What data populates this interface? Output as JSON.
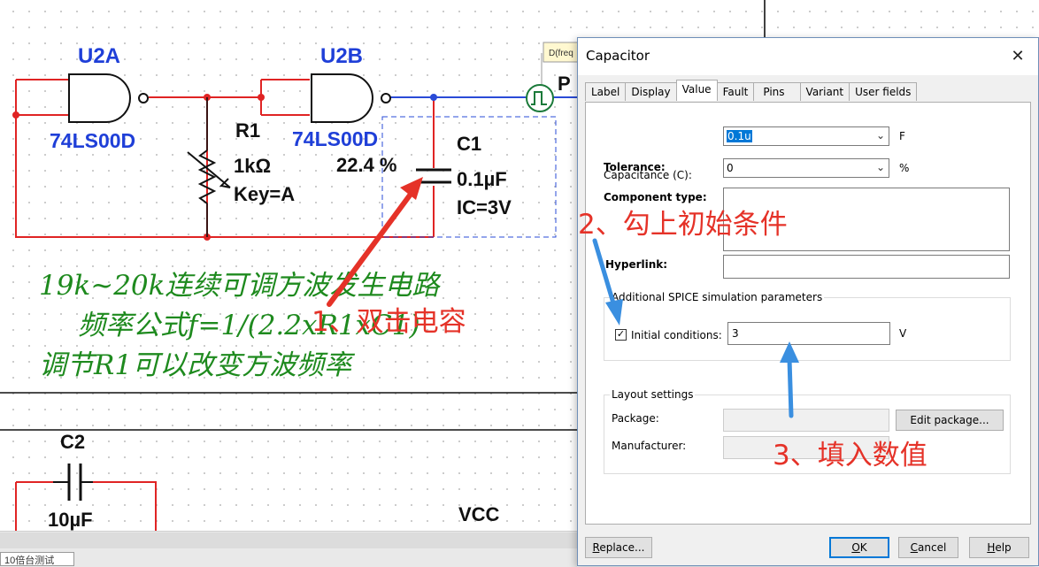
{
  "schematic": {
    "probe_label": "D(freq",
    "probe_letter": "P",
    "u2a": {
      "name": "U2A",
      "part": "74LS00D"
    },
    "u2b": {
      "name": "U2B",
      "part": "74LS00D"
    },
    "r1": {
      "name": "R1",
      "value": "1kΩ",
      "key": "Key=A",
      "percent": "22.4 %"
    },
    "c1": {
      "name": "C1",
      "value": "0.1µF",
      "ic": "IC=3V"
    },
    "c2": {
      "name": "C2",
      "value": "10µF"
    },
    "vcc": "VCC",
    "notes": {
      "line1": "19k~20k连续可调方波发生电路",
      "line2": "频率公式f=1/(2.2xR1xC1)",
      "line3": "调节R1可以改变方波频率"
    },
    "status_tab": "10倍台测试"
  },
  "dialog": {
    "title": "Capacitor",
    "close_glyph": "✕",
    "tabs": [
      {
        "label": "Label",
        "active": false
      },
      {
        "label": "Display",
        "active": false
      },
      {
        "label": "Value",
        "active": true
      },
      {
        "label": "Fault",
        "active": false
      },
      {
        "label": "Pins",
        "active": false
      },
      {
        "label": "Variant",
        "active": false
      },
      {
        "label": "User fields",
        "active": false
      }
    ],
    "capacitance": {
      "label": "Capacitance (C):",
      "value": "0.1u",
      "unit": "F"
    },
    "tolerance": {
      "label": "Tolerance:",
      "value": "0",
      "unit": "%"
    },
    "component_type": {
      "label": "Component type:",
      "value": ""
    },
    "hyperlink": {
      "label": "Hyperlink:",
      "value": ""
    },
    "spice": {
      "group_title": "Additional SPICE simulation parameters",
      "ic_label": "Initial conditions:",
      "ic_checked": true,
      "ic_value": "3",
      "ic_unit": "V"
    },
    "layout": {
      "group_title": "Layout settings",
      "package_label": "Package:",
      "manufacturer_label": "Manufacturer:",
      "edit_package": "Edit package..."
    },
    "buttons": {
      "replace": "Replace...",
      "ok": "OK",
      "cancel": "Cancel",
      "help": "Help"
    }
  },
  "annotations": {
    "step1": "1、双击电容",
    "step2": "2、勾上初始条件",
    "step3": "3、填入数值",
    "red_color": "#e53228",
    "blue_color": "#3a8fe0"
  },
  "colors": {
    "wire": "#e02424",
    "component_label": "#1f3fd8",
    "note_green": "#1e8a1e"
  }
}
